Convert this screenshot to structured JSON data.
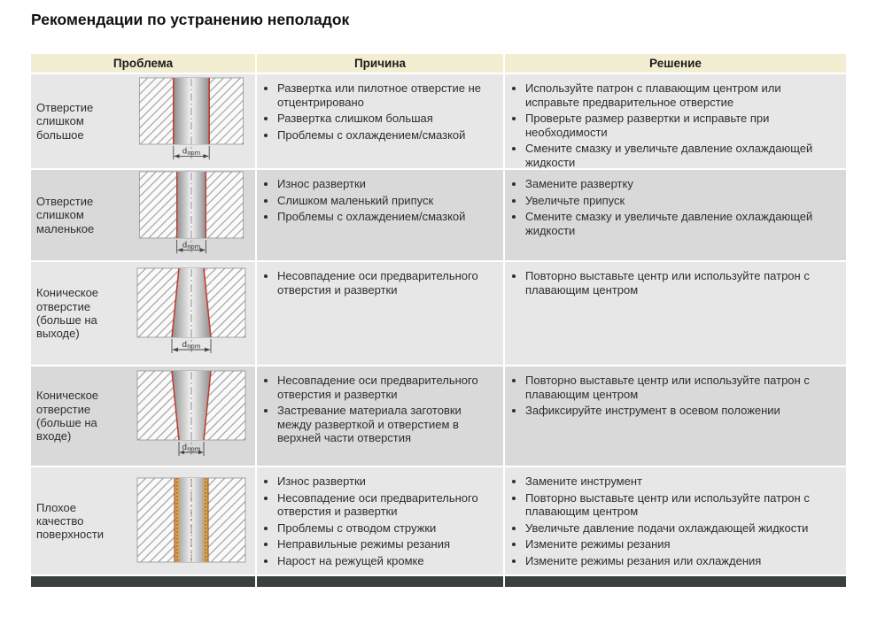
{
  "page_title": "Рекомендации по устранению неполадок",
  "diagram": {
    "dim_d": "d",
    "dim_sub": "nom"
  },
  "colors": {
    "header_bg": "#f3eed2",
    "row_light": "#e7e7e7",
    "row_dark": "#d9d9d9",
    "footer_bar": "#3a403e",
    "hole_edge_red": "#c0392b",
    "wear_yellow": "#cda94e"
  },
  "table": {
    "headers": [
      "Проблема",
      "Причина",
      "Решение"
    ],
    "rows": [
      {
        "problem": "Отверстие слишком большое",
        "causes": [
          "Развертка или пилотное отверстие не отцентрировано",
          "Развертка слишком большая",
          "Проблемы с охлаждением/смазкой"
        ],
        "solutions": [
          "Используйте патрон с плавающим центром или исправьте предварительное отверстие",
          "Проверьте размер развертки и исправьте при необходимости",
          "Смените смазку и увеличьте давление охлаждающей жидкости"
        ]
      },
      {
        "problem": "Отверстие слишком маленькое",
        "causes": [
          "Износ развертки",
          "Слишком маленький припуск",
          "Проблемы с охлаждением/смазкой"
        ],
        "solutions": [
          "Замените развертку",
          "Увеличьте припуск",
          "Смените смазку и увеличьте давление охлаждающей жидкости"
        ]
      },
      {
        "problem": "Коническое отверстие (больше на выходе)",
        "causes": [
          "Несовпадение оси предварительного отверстия и развертки"
        ],
        "solutions": [
          "Повторно выставьте центр или используйте патрон с плавающим центром"
        ]
      },
      {
        "problem": "Коническое отверстие (больше на входе)",
        "causes": [
          "Несовпадение оси предварительного отверстия и развертки",
          "Застревание материала заготовки между разверткой и отверстием в верхней части отверстия"
        ],
        "solutions": [
          "Повторно выставьте центр или используйте патрон с плавающим центром",
          "Зафиксируйте инструмент в осевом положении"
        ]
      },
      {
        "problem": "Плохое качество поверхности",
        "causes": [
          "Износ развертки",
          "Несовпадение оси предварительного отверстия и развертки",
          "Проблемы с отводом стружки",
          "Неправильные режимы резания",
          "Нарост на режущей кромке"
        ],
        "solutions": [
          "Замените инструмент",
          "Повторно выставьте центр или используйте патрон с плавающим центром",
          "Увеличьте давление подачи охлаждающей жидкости",
          "Измените режимы резания",
          "Измените режимы резания или охлаждения"
        ]
      }
    ]
  }
}
